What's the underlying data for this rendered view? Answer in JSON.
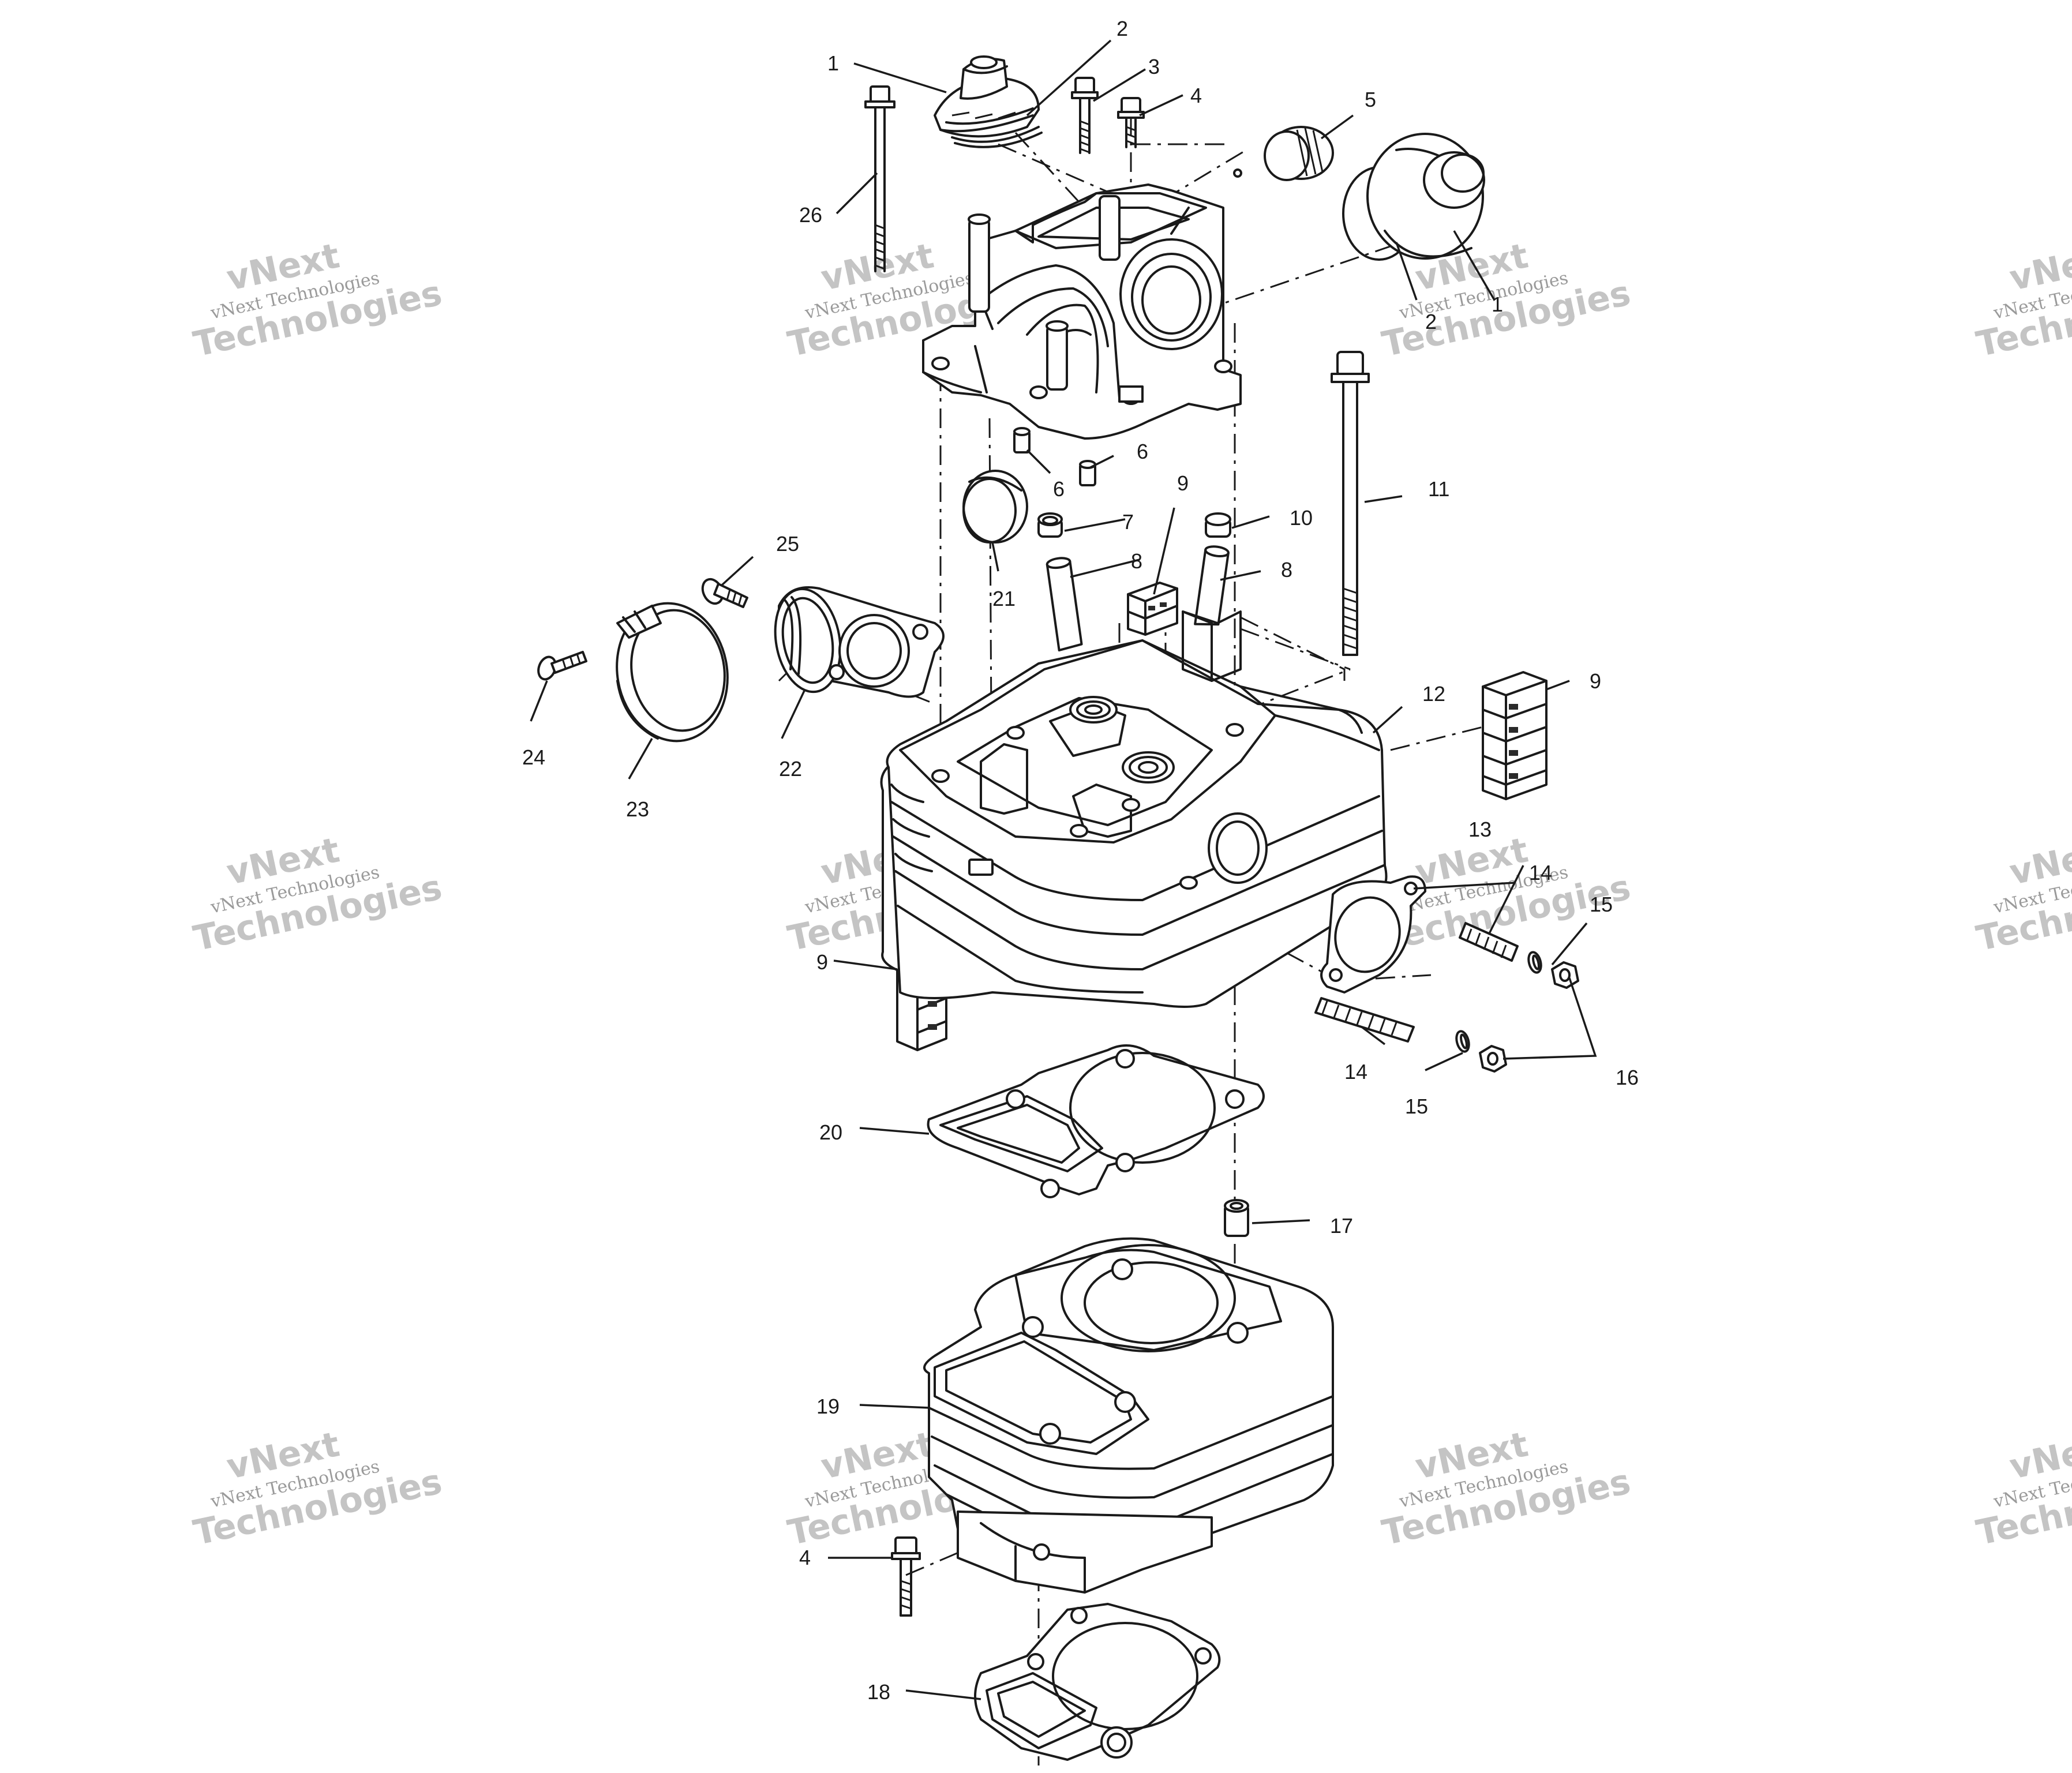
{
  "watermark": {
    "line_a": "vNext",
    "line_b": "vNext Technologies",
    "line_c": "Technologies"
  },
  "callouts": [
    {
      "id": "c1",
      "text": "1"
    },
    {
      "id": "c2",
      "text": "2"
    },
    {
      "id": "c3",
      "text": "3"
    },
    {
      "id": "c4",
      "text": "4"
    },
    {
      "id": "c5",
      "text": "5"
    },
    {
      "id": "c2b",
      "text": "2"
    },
    {
      "id": "c1b",
      "text": "1"
    },
    {
      "id": "c26",
      "text": "26"
    },
    {
      "id": "c6a",
      "text": "6"
    },
    {
      "id": "c6b",
      "text": "6"
    },
    {
      "id": "c11",
      "text": "11"
    },
    {
      "id": "c7",
      "text": "7"
    },
    {
      "id": "c9a",
      "text": "9"
    },
    {
      "id": "c10",
      "text": "10"
    },
    {
      "id": "c8a",
      "text": "8"
    },
    {
      "id": "c8b",
      "text": "8"
    },
    {
      "id": "c21",
      "text": "21"
    },
    {
      "id": "c25",
      "text": "25"
    },
    {
      "id": "c12",
      "text": "12"
    },
    {
      "id": "c9b",
      "text": "9"
    },
    {
      "id": "c24",
      "text": "24"
    },
    {
      "id": "c22",
      "text": "22"
    },
    {
      "id": "c23",
      "text": "23"
    },
    {
      "id": "c13",
      "text": "13"
    },
    {
      "id": "c14a",
      "text": "14"
    },
    {
      "id": "c15a",
      "text": "15"
    },
    {
      "id": "c9c",
      "text": "9"
    },
    {
      "id": "c14b",
      "text": "14"
    },
    {
      "id": "c15b",
      "text": "15"
    },
    {
      "id": "c16",
      "text": "16"
    },
    {
      "id": "c20",
      "text": "20"
    },
    {
      "id": "c17",
      "text": "17"
    },
    {
      "id": "c19",
      "text": "19"
    },
    {
      "id": "c4b",
      "text": "4"
    },
    {
      "id": "c18",
      "text": "18"
    }
  ]
}
